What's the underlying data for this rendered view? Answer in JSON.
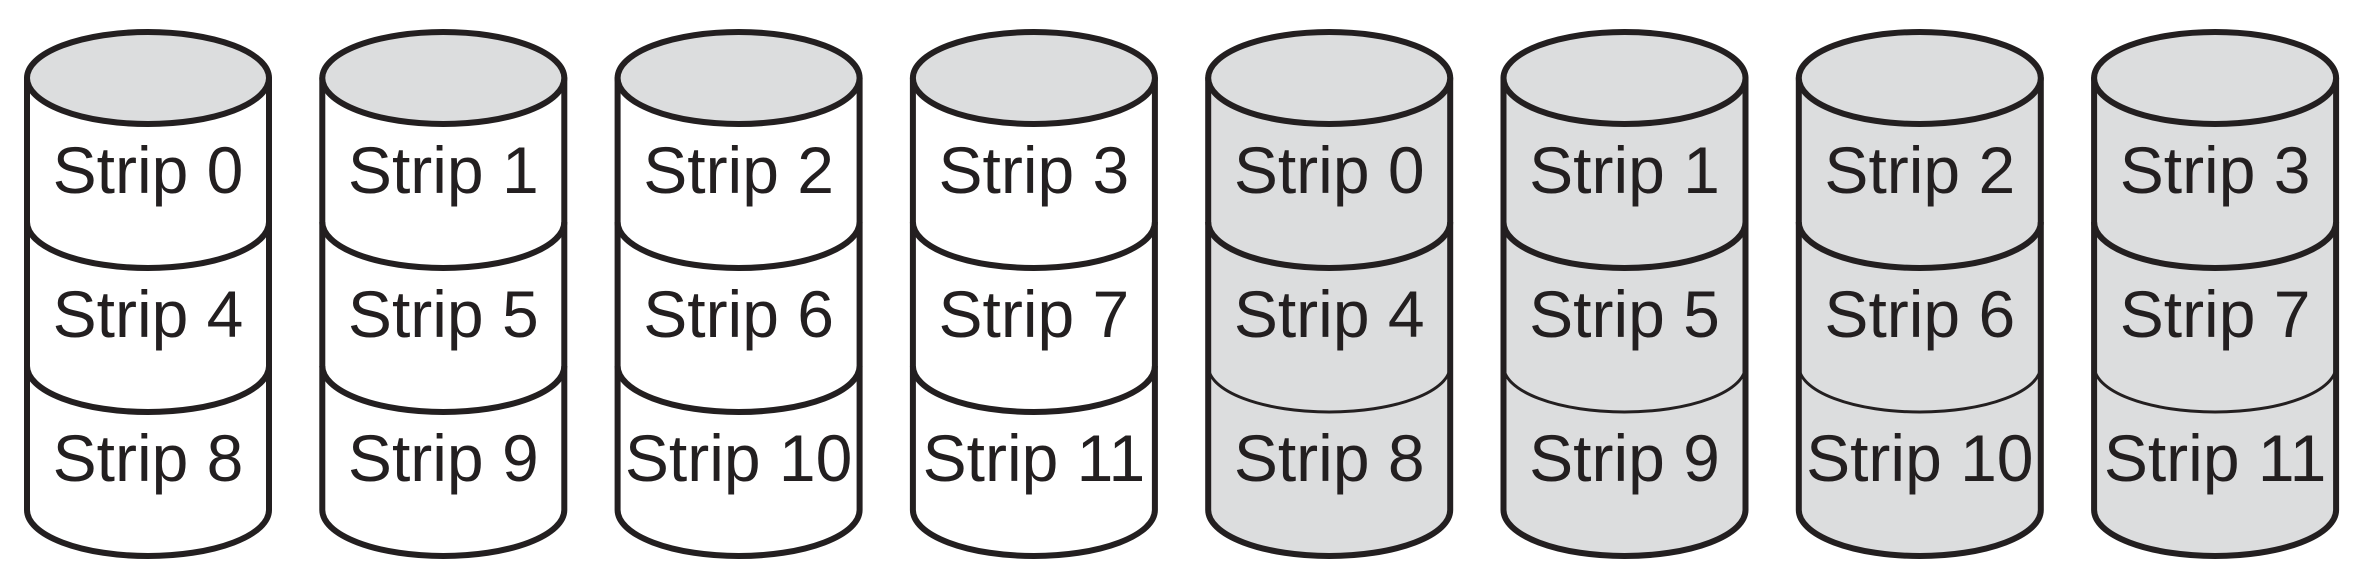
{
  "colors": {
    "data_disk_fill": "#ffffff",
    "mirror_disk_fill": "#dcddde",
    "top_cap_fill": "#dcddde",
    "stroke": "#231f20"
  },
  "disks": [
    {
      "kind": "data",
      "strips": [
        "Strip 0",
        "Strip 4",
        "Strip 8"
      ]
    },
    {
      "kind": "data",
      "strips": [
        "Strip 1",
        "Strip 5",
        "Strip 9"
      ]
    },
    {
      "kind": "data",
      "strips": [
        "Strip 2",
        "Strip 6",
        "Strip 10"
      ]
    },
    {
      "kind": "data",
      "strips": [
        "Strip 3",
        "Strip 7",
        "Strip 11"
      ]
    },
    {
      "kind": "mirror",
      "strips": [
        "Strip 0",
        "Strip 4",
        "Strip 8"
      ]
    },
    {
      "kind": "mirror",
      "strips": [
        "Strip 1",
        "Strip 5",
        "Strip 9"
      ]
    },
    {
      "kind": "mirror",
      "strips": [
        "Strip 2",
        "Strip 6",
        "Strip 10"
      ]
    },
    {
      "kind": "mirror",
      "strips": [
        "Strip 3",
        "Strip 7",
        "Strip 11"
      ]
    }
  ]
}
